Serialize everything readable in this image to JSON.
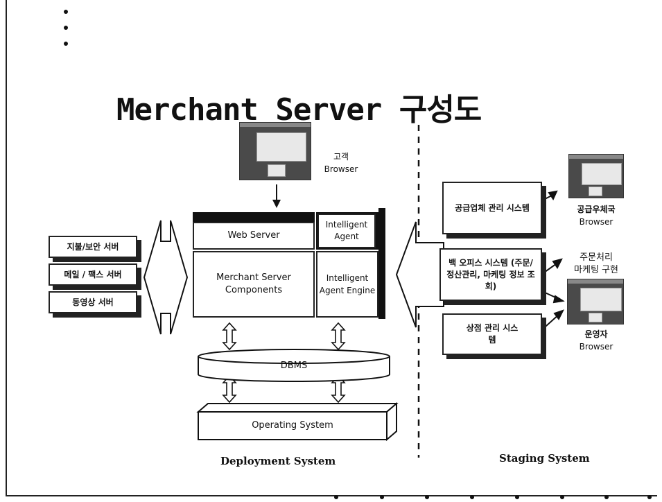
{
  "title": "Merchant Server 구성도",
  "customer": {
    "line1": "고객",
    "line2": "Browser"
  },
  "core": {
    "web_server": "Web Server",
    "agent_top": "Intelligent Agent",
    "merchant": "Merchant Server Components",
    "engine": "Intelligent Agent Engine"
  },
  "left_servers": [
    "지불/보안 서버",
    "메일 / 팩스 서버",
    "동영상 서버"
  ],
  "dbms": "DBMS",
  "os": "Operating System",
  "deployment_label": "Deployment System",
  "staging_label": "Staging System",
  "staging_boxes": {
    "supplier": "공급업체 관리 시스템",
    "back_office": "백 오피스 시스템 (주문/정산관리, 마케팅 정보 조회)",
    "store": "상점 관리 시스템"
  },
  "right_labels": {
    "post_office": {
      "line1": "공급우체국",
      "line2": "Browser"
    },
    "order_marketing": {
      "line1": "주문처리",
      "line2": "마케팅 구현"
    },
    "operator": {
      "line1": "운영자",
      "line2": "Browser"
    }
  }
}
